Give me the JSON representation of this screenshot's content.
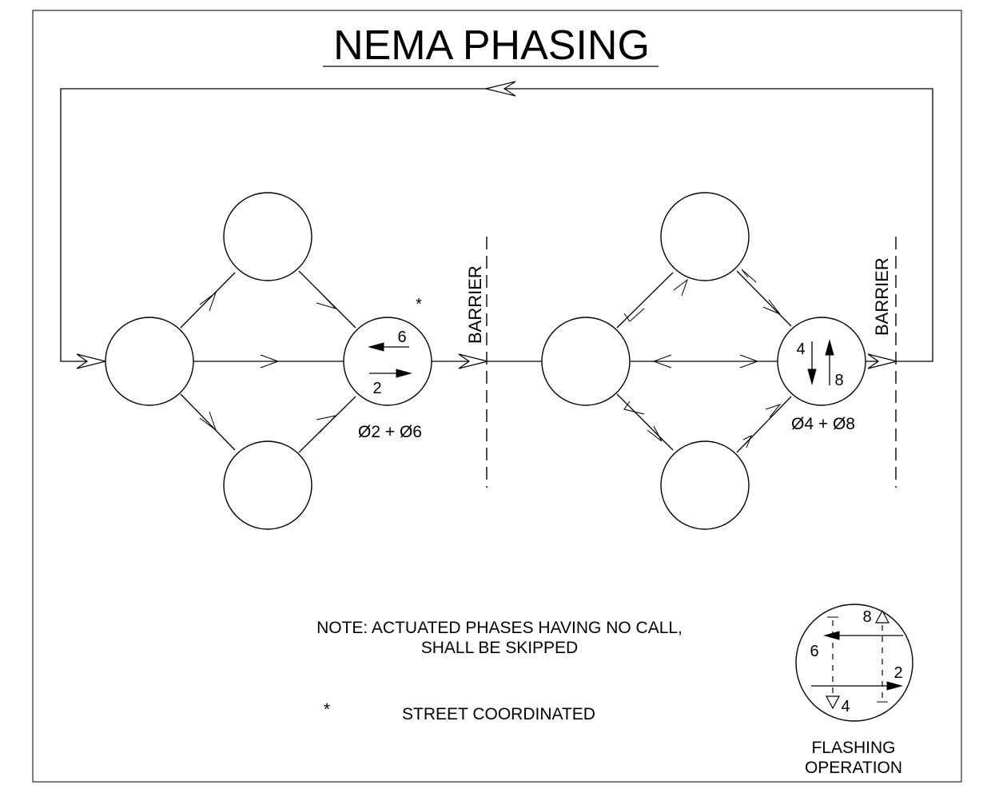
{
  "title": "NEMA PHASING",
  "barrier_label": "BARRIER",
  "coordination_mark": "*",
  "ring1": {
    "label": "Ø2 + Ø6",
    "upper_number": "6",
    "lower_number": "2"
  },
  "ring2": {
    "label": "Ø4 + Ø8",
    "left_number": "4",
    "right_number": "8"
  },
  "note": {
    "line1": "NOTE:  ACTUATED PHASES HAVING NO CALL,",
    "line2": "SHALL BE SKIPPED"
  },
  "legend": {
    "symbol": "*",
    "text": "STREET COORDINATED"
  },
  "flashing": {
    "num_8": "8",
    "num_6": "6",
    "num_2": "2",
    "num_4": "4",
    "caption_line1": "FLASHING",
    "caption_line2": "OPERATION"
  }
}
